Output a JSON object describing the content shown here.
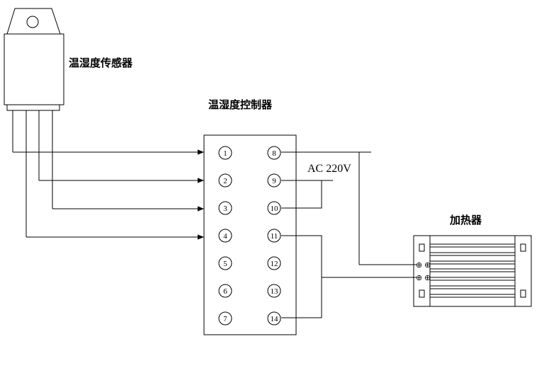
{
  "labels": {
    "sensor": "温湿度传感器",
    "controller": "温湿度控制器",
    "heater": "加热器",
    "power": "AC 220V"
  },
  "terminals": {
    "left": [
      "1",
      "2",
      "3",
      "4",
      "5",
      "6",
      "7"
    ],
    "right": [
      "8",
      "9",
      "10",
      "11",
      "12",
      "13",
      "14"
    ]
  },
  "heater_symbols": {
    "plus_top": "⊕ ⊕",
    "plus_bottom": "⊕ ⊕"
  }
}
